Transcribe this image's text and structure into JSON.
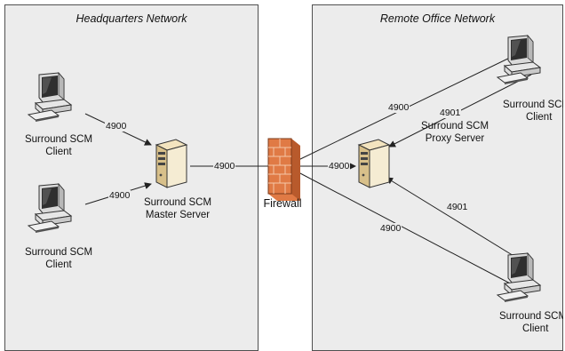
{
  "zones": {
    "hq": {
      "title": "Headquarters Network"
    },
    "remote": {
      "title": "Remote Office Network"
    }
  },
  "nodes": {
    "hq_client_1": {
      "line1": "Surround SCM",
      "line2": "Client",
      "icon": "desktop-computer-icon"
    },
    "hq_client_2": {
      "line1": "Surround SCM",
      "line2": "Client",
      "icon": "desktop-computer-icon"
    },
    "master_server": {
      "line1": "Surround SCM",
      "line2": "Master Server",
      "icon": "server-tower-icon"
    },
    "firewall": {
      "label": "Firewall",
      "icon": "firewall-brick-icon",
      "color": "#e07a45"
    },
    "proxy_server": {
      "line1": "Surround SCM",
      "line2": "Proxy Server",
      "icon": "server-tower-icon"
    },
    "remote_client_1": {
      "line1": "Surround SCM",
      "line2": "Client",
      "icon": "desktop-computer-icon"
    },
    "remote_client_2": {
      "line1": "Surround SCM",
      "line2": "Client",
      "icon": "desktop-computer-icon"
    }
  },
  "ports": {
    "hq_client_1_to_master": "4900",
    "hq_client_2_to_master": "4900",
    "master_to_firewall": "4900",
    "firewall_to_proxy": "4900",
    "firewall_to_remote_client_1": "4900",
    "remote_client_1_to_proxy": "4901",
    "firewall_to_remote_client_2": "4900",
    "remote_client_2_to_proxy": "4901"
  }
}
